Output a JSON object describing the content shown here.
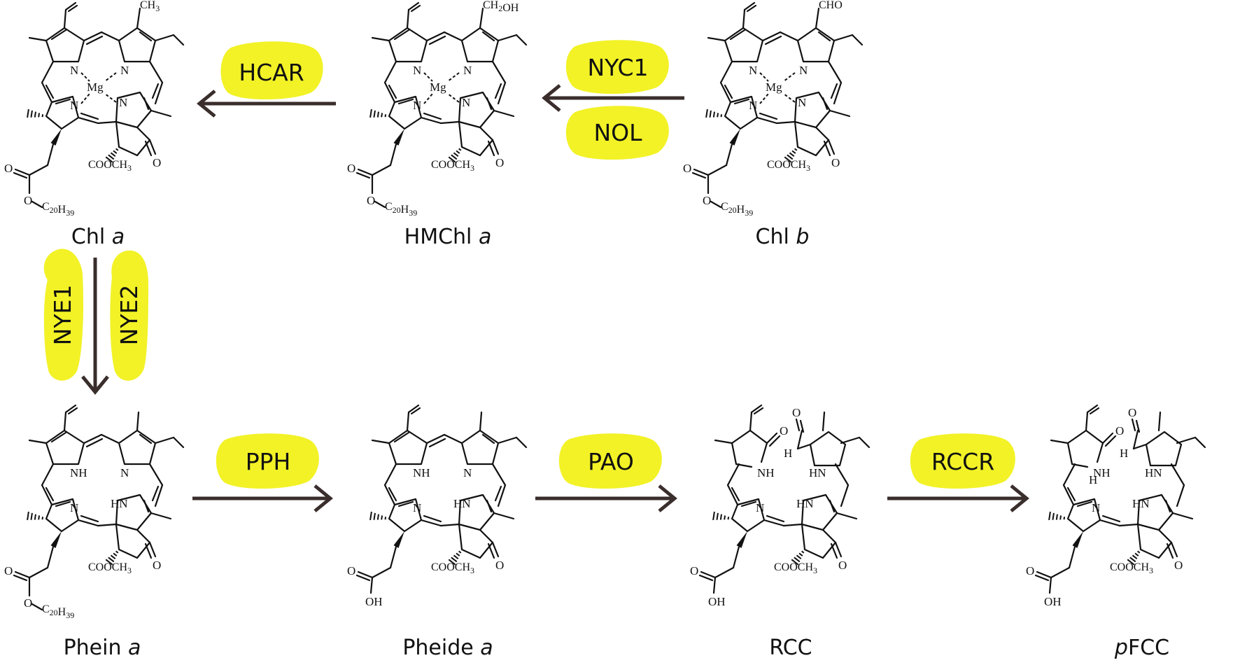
{
  "compounds": {
    "chl_a": {
      "name": "Chl ",
      "italic": "a",
      "substituent": "CH3",
      "metal": "Mg",
      "ester_chain": "C20H39"
    },
    "hmchl_a": {
      "name": "HMChl ",
      "italic": "a",
      "substituent": "CH2OH",
      "metal": "Mg",
      "ester_chain": "C20H39"
    },
    "chl_b": {
      "name": "Chl ",
      "italic": "b",
      "substituent": "CHO",
      "metal": "Mg",
      "ester_chain": "C20H39"
    },
    "phein_a": {
      "name": "Phein ",
      "italic": "a",
      "ester_chain": "C20H39"
    },
    "pheide_a": {
      "name": "Pheide ",
      "italic": "a",
      "acid": "OH"
    },
    "rcc": {
      "name": "RCC",
      "italic": "",
      "acid": "OH"
    },
    "pfcc": {
      "name": "FCC",
      "italic": "p",
      "acid": "OH"
    }
  },
  "atom_labels": {
    "N": "N",
    "NH": "NH",
    "HN": "HN",
    "O": "O",
    "H": "H",
    "methyl_ester": "COOCH3"
  },
  "enzymes": {
    "hcar": "HCAR",
    "nyc1": "NYC1",
    "nol": "NOL",
    "nye1": "NYE1",
    "nye2": "NYE2",
    "pph": "PPH",
    "pao": "PAO",
    "rccr": "RCCR"
  },
  "colors": {
    "badge": "#f2f227",
    "arrow": "#3a2e2c",
    "ink": "#111111"
  }
}
